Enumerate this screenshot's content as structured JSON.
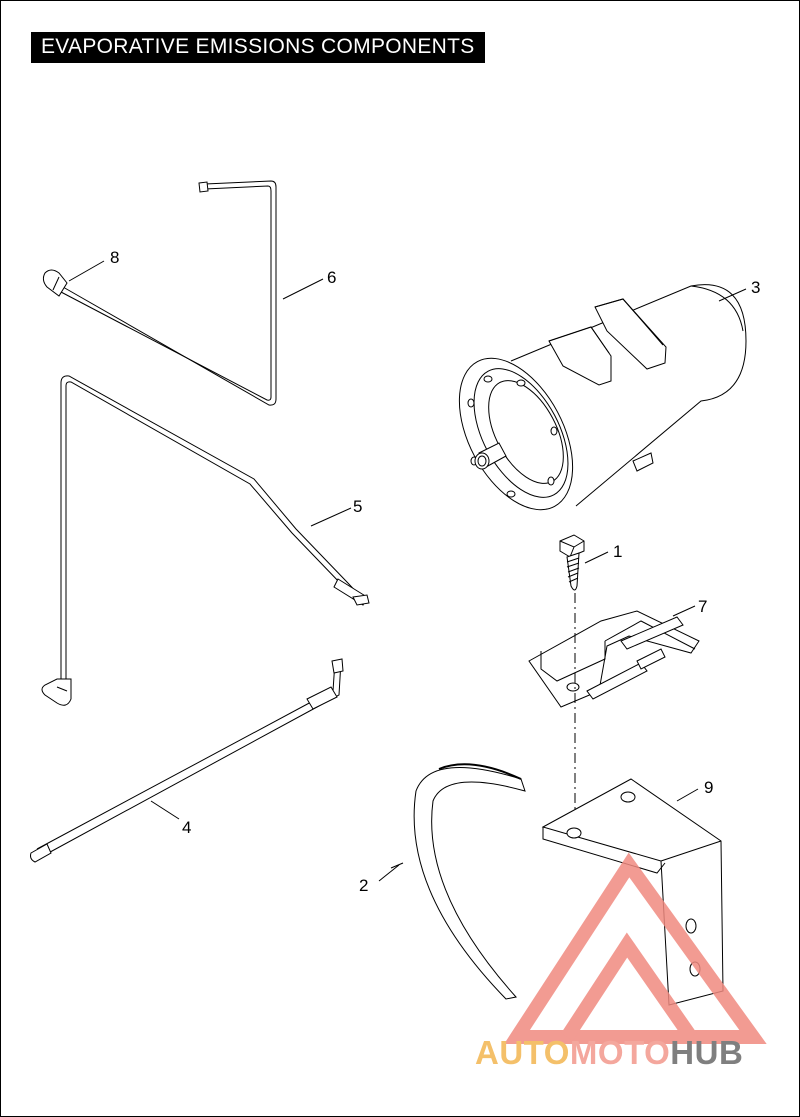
{
  "title": "EVAPORATIVE EMISSIONS COMPONENTS",
  "callouts": {
    "c1": "1",
    "c2": "2",
    "c3": "3",
    "c4": "4",
    "c5": "5",
    "c6": "6",
    "c7": "7",
    "c8": "8",
    "c9": "9"
  },
  "watermark": {
    "part1": "AUTO",
    "part2": "MOTO",
    "part3": "HUB",
    "colors": {
      "auto": "#f4c06a",
      "moto": "#f4a79d",
      "hub": "#7f7f7f",
      "triangle": "#f08a80"
    }
  }
}
